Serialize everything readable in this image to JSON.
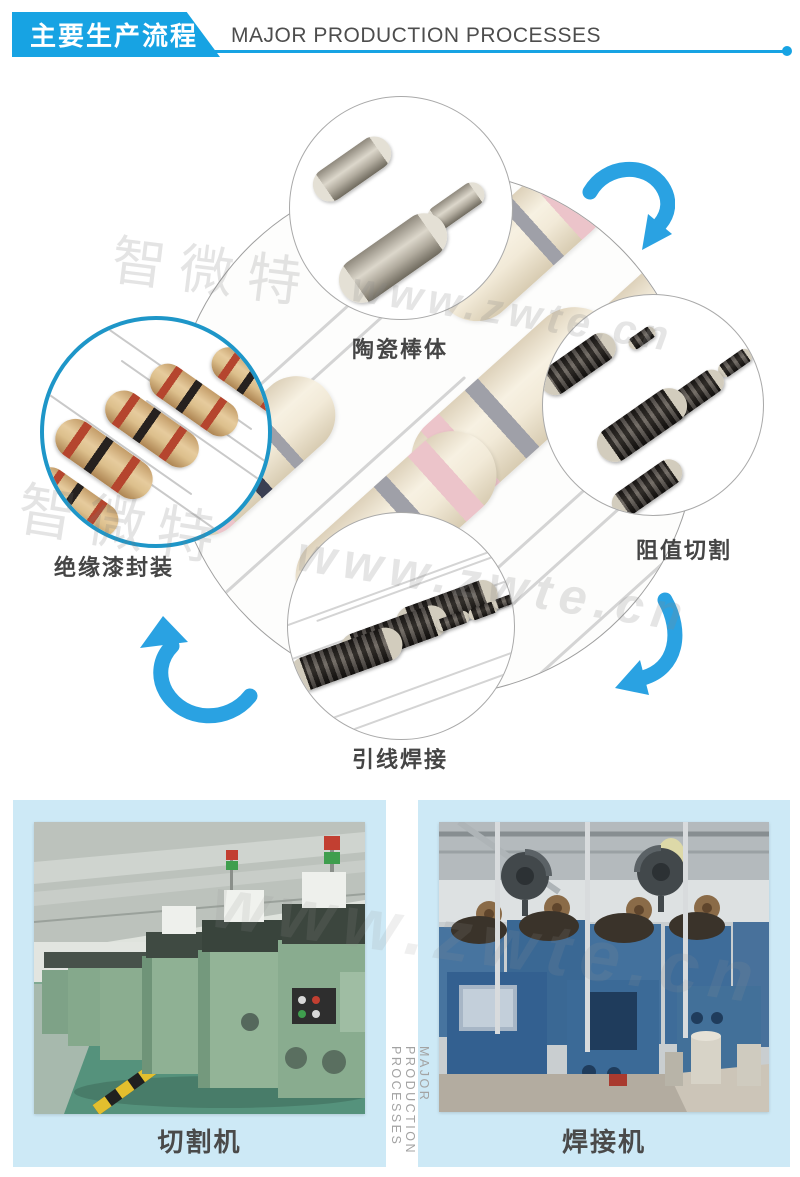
{
  "header": {
    "title_zh": "主要生产流程",
    "title_en": "MAJOR PRODUCTION PROCESSES"
  },
  "diagram": {
    "steps": [
      {
        "id": "ceramic-rod",
        "label": "陶瓷棒体"
      },
      {
        "id": "resistance-cutting",
        "label": "阻值切割"
      },
      {
        "id": "lead-welding",
        "label": "引线焊接"
      },
      {
        "id": "insulation-coating",
        "label": "绝缘漆封装"
      }
    ]
  },
  "machines": [
    {
      "id": "cutting-machine",
      "label": "切割机"
    },
    {
      "id": "welding-machine",
      "label": "焊接机"
    }
  ],
  "watermarks": {
    "brand_cn": "智微特",
    "brand_url": "www.zwte.cn",
    "side_vertical": "MAJOR PRODUCTION PROCESSES"
  },
  "colors": {
    "accent": "#17a3e3",
    "arrow": "#2aa2e2",
    "panel_bg": "#cde9f6",
    "highlight_ring": "#1e96c8",
    "label_text": "#454545"
  }
}
